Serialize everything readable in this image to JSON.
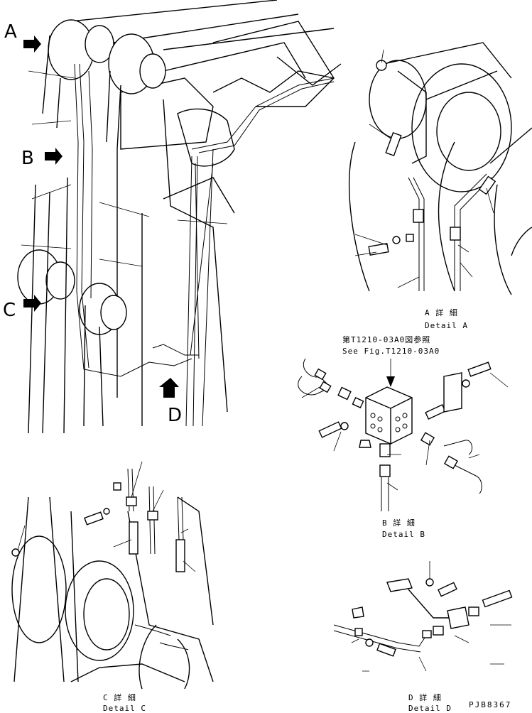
{
  "views": {
    "a": {
      "letter": "A"
    },
    "b": {
      "letter": "B"
    },
    "c": {
      "letter": "C"
    },
    "d": {
      "letter": "D"
    }
  },
  "details": {
    "a": {
      "jp": "A 詳 細",
      "en": "Detail A"
    },
    "b": {
      "jp": "B 詳 細",
      "en": "Detail B"
    },
    "c": {
      "jp": "C 詳 細",
      "en": "Detail C"
    },
    "d": {
      "jp": "D 詳 細",
      "en": "Detail D"
    }
  },
  "reference": {
    "jp": "第T1210-03A0図参照",
    "en": "See Fig.T1210-03A0"
  },
  "drawing_code": "PJB8367"
}
